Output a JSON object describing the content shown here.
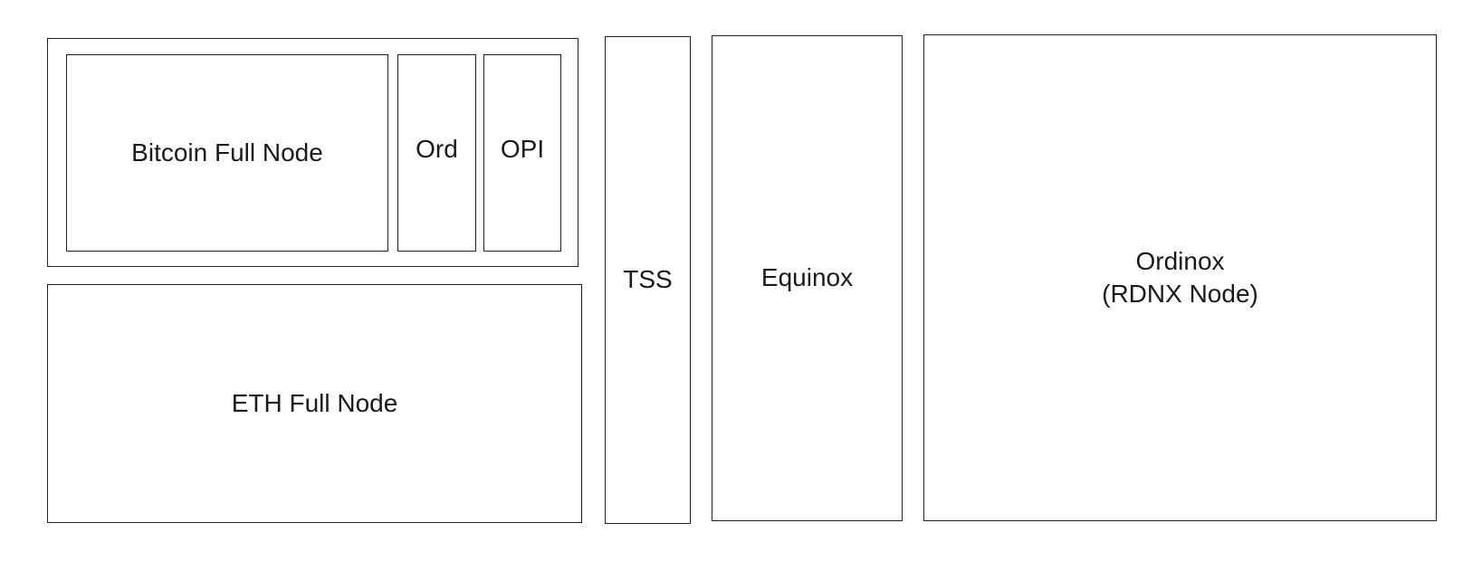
{
  "diagram": {
    "bitcoin_group": {
      "bitcoin_node": "Bitcoin Full Node",
      "ord": "Ord",
      "opi": "OPI"
    },
    "eth_node": "ETH Full Node",
    "tss": "TSS",
    "equinox": "Equinox",
    "ordinox": {
      "line1": "Ordinox",
      "line2": "(RDNX Node)"
    }
  }
}
